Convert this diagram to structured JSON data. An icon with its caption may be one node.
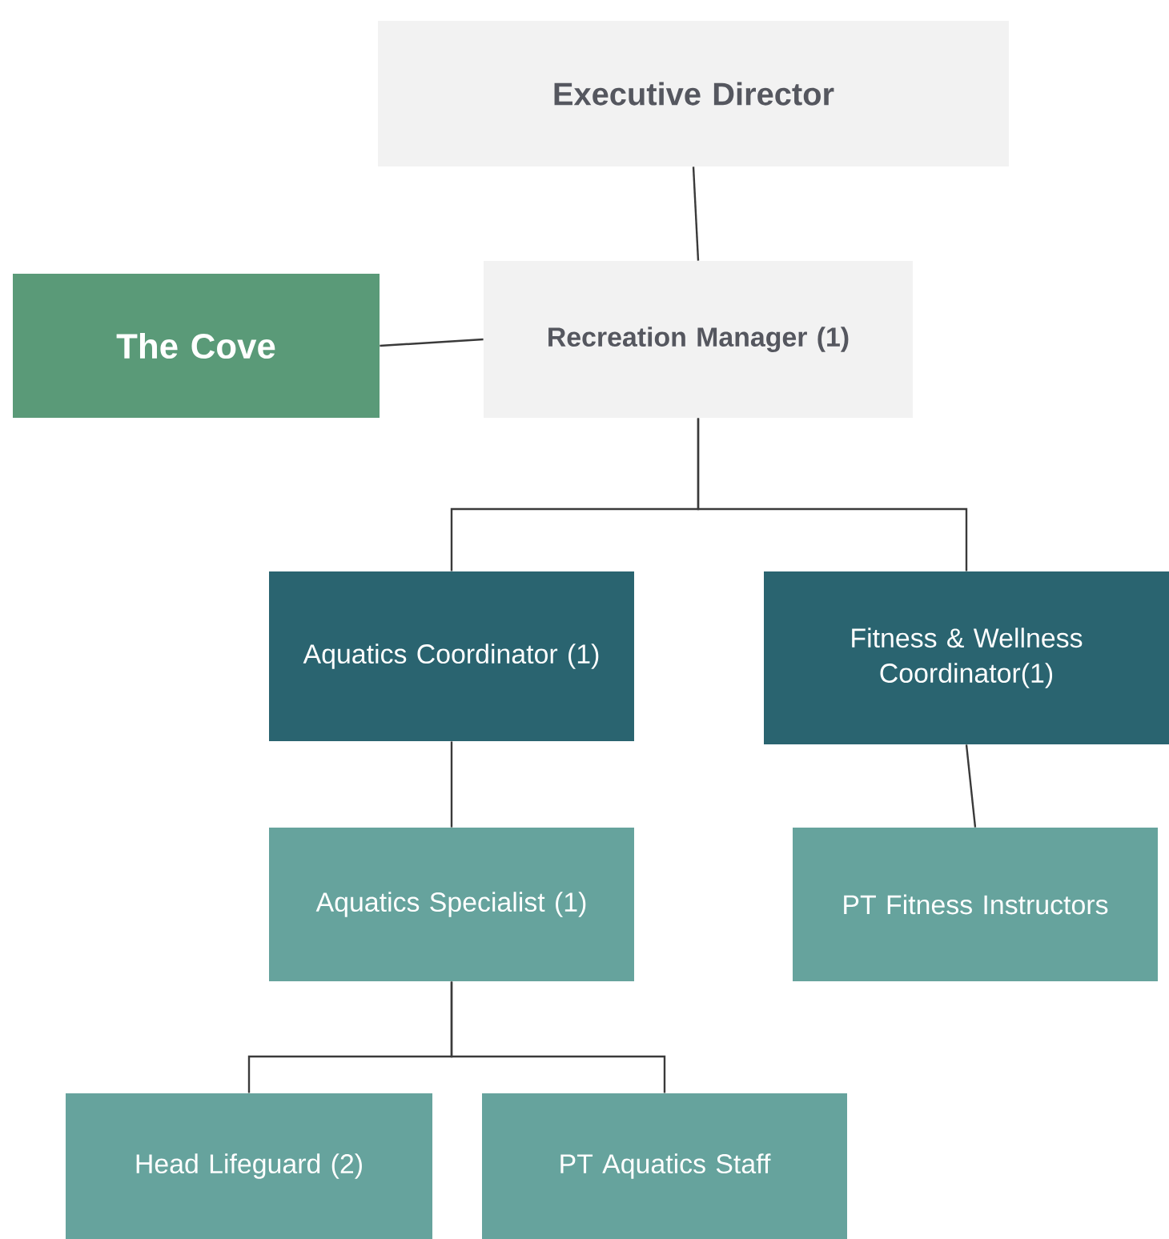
{
  "diagram": {
    "nodes": [
      {
        "text": [
          "Executive Director"
        ]
      },
      {
        "text": [
          "Recreation Manager (1)"
        ]
      },
      {
        "text": [
          "The Cove"
        ]
      },
      {
        "text": [
          "Aquatics Coordinator (1)"
        ]
      },
      {
        "text": [
          "Fitness & Wellness Coordinator(1)"
        ]
      },
      {
        "text": [
          "Aquatics Specialist (1)"
        ]
      },
      {
        "text": [
          "PT Fitness Instructors"
        ]
      },
      {
        "text": [
          "Head Lifeguard (2)"
        ]
      },
      {
        "text": [
          "PT Aquatics Staff"
        ]
      }
    ],
    "edges": [
      {
        "from": 0,
        "to": 1,
        "arrow": "none"
      },
      {
        "from": 1,
        "to": 2,
        "arrow": "none"
      },
      {
        "from": 1,
        "to": 3,
        "arrow": "none"
      },
      {
        "from": 1,
        "to": 4,
        "arrow": "none"
      },
      {
        "from": 3,
        "to": 5,
        "arrow": "none"
      },
      {
        "from": 4,
        "to": 6,
        "arrow": "none"
      },
      {
        "from": 5,
        "to": 7,
        "arrow": "none"
      },
      {
        "from": 5,
        "to": 8,
        "arrow": "none"
      }
    ]
  }
}
